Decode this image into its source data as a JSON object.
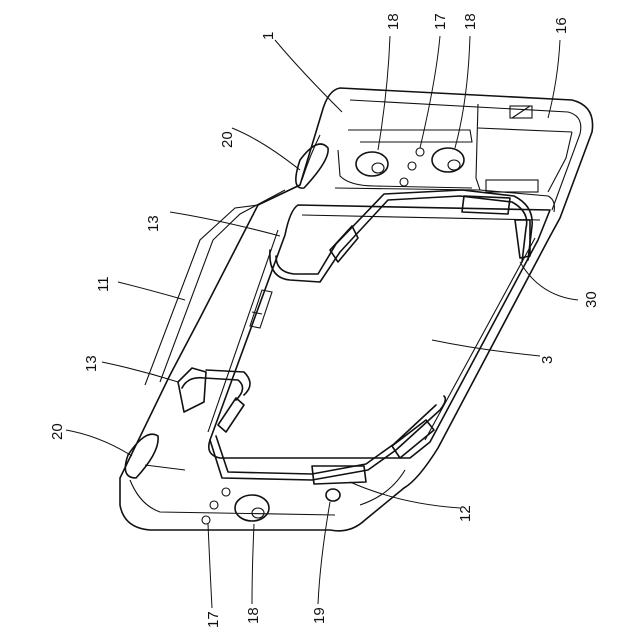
{
  "figure": {
    "labels": {
      "l1": "1",
      "l3": "3",
      "l11": "11",
      "l12": "12",
      "l13a": "13",
      "l13b": "13",
      "l16": "16",
      "l17a": "17",
      "l17b": "17",
      "l18a": "18",
      "l18b": "18",
      "l18c": "18",
      "l19": "19",
      "l20a": "20",
      "l20b": "20",
      "l30": "30"
    }
  }
}
